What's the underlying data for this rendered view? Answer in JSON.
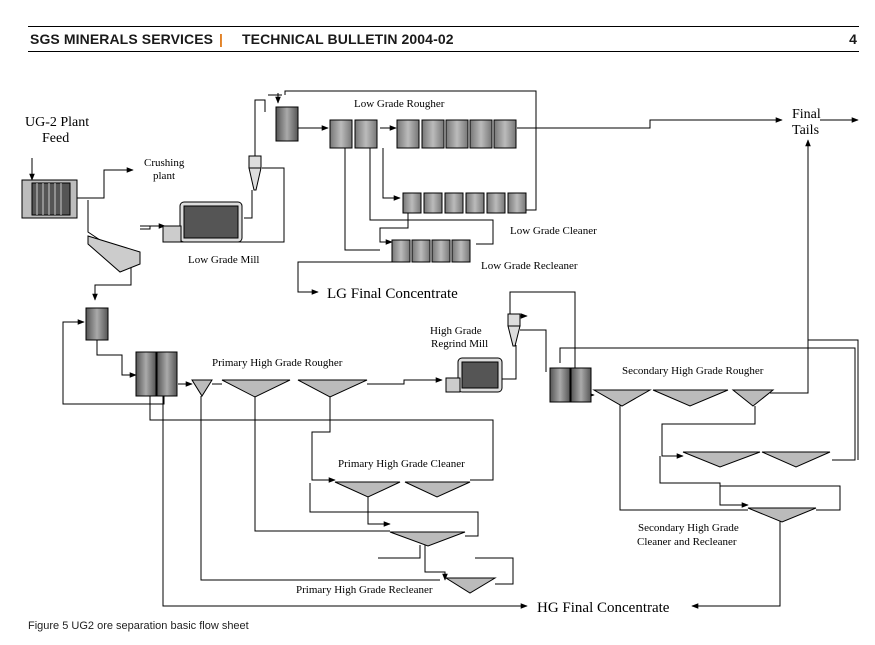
{
  "header": {
    "company": "SGS MINERALS SERVICES",
    "separator": "|",
    "bulletin": "TECHNICAL BULLETIN 2004-02",
    "page_number": "4"
  },
  "diagram": {
    "feed_line1": "UG-2 Plant",
    "feed_line2": "Feed",
    "crushing_line1": "Crushing",
    "crushing_line2": "plant",
    "low_grade_mill": "Low Grade Mill",
    "low_grade_rougher": "Low Grade Rougher",
    "low_grade_cleaner": "Low Grade Cleaner",
    "low_grade_recleaner": "Low Grade Recleaner",
    "lg_final_concentrate": "LG Final Concentrate",
    "final_tails_line1": "Final",
    "final_tails_line2": "Tails",
    "hg_regrind_line1": "High Grade",
    "hg_regrind_line2": "Regrind Mill",
    "primary_hg_rougher": "Primary High Grade Rougher",
    "primary_hg_cleaner": "Primary High Grade Cleaner",
    "primary_hg_recleaner": "Primary High Grade Recleaner",
    "secondary_hg_rougher": "Secondary High Grade Rougher",
    "secondary_hg_cleaner_line1": "Secondary High Grade",
    "secondary_hg_cleaner_line2": "Cleaner and Recleaner",
    "hg_final_concentrate": "HG Final Concentrate"
  },
  "caption": "Figure 5 UG2 ore separation basic flow sheet"
}
